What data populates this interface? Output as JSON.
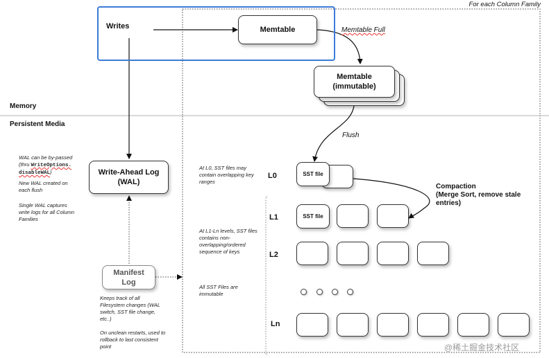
{
  "column_family_label": "For each Column Family",
  "memory_label": "Memory",
  "persistent_label": "Persistent Media",
  "writes_label": "Writes",
  "memtable_label": "Memtable",
  "memtable_full_label": "Memtable Full",
  "immutable_line1": "Memtable",
  "immutable_line2": "(immutable)",
  "flush_label": "Flush",
  "wal_line1": "Write-Ahead Log",
  "wal_line2": "(WAL)",
  "manifest_line1": "Manifest",
  "manifest_line2": "Log",
  "wal_notes": {
    "bypass_line1": "WAL can be by-passed",
    "bypass_line2_prefix": "(thru ",
    "bypass_code1": "WriteOptions.",
    "bypass_code2": "disableWAL",
    "bypass_line3_suffix": ")",
    "new_wal_line1": "New WAL created on",
    "new_wal_line2": "each flush",
    "single_line1": "Single WAL captures",
    "single_line2": "write logs for all Column",
    "single_line3": "Families"
  },
  "manifest_notes": {
    "line1": "Keeps track of all",
    "line2": "Filesystem changes (WAL",
    "line3": "switch, SST file change,",
    "line4": "etc..)",
    "line5": "On unclean restarts, used to",
    "line6": "rollback to last consistent",
    "line7": "point"
  },
  "level_notes": {
    "l0_line1": "At L0, SST files may",
    "l0_line2": "contain overlapping key",
    "l0_line3": "ranges",
    "l1_line1": "At L1-Ln levels, SST files",
    "l1_line2": "contains non-",
    "l1_line3": "overlapping/ordered",
    "l1_line4": "sequence of keys",
    "imm_line1": "All SST Files are",
    "imm_line2": "immutable"
  },
  "levels": [
    "L0",
    "L1",
    "L2",
    "Ln"
  ],
  "sst_file_label": "SST file",
  "compaction_line1": "Compaction",
  "compaction_line2": "(Merge Sort, remove stale",
  "compaction_line3": "entries)",
  "watermark_label": "@稀土掘金技术社区"
}
